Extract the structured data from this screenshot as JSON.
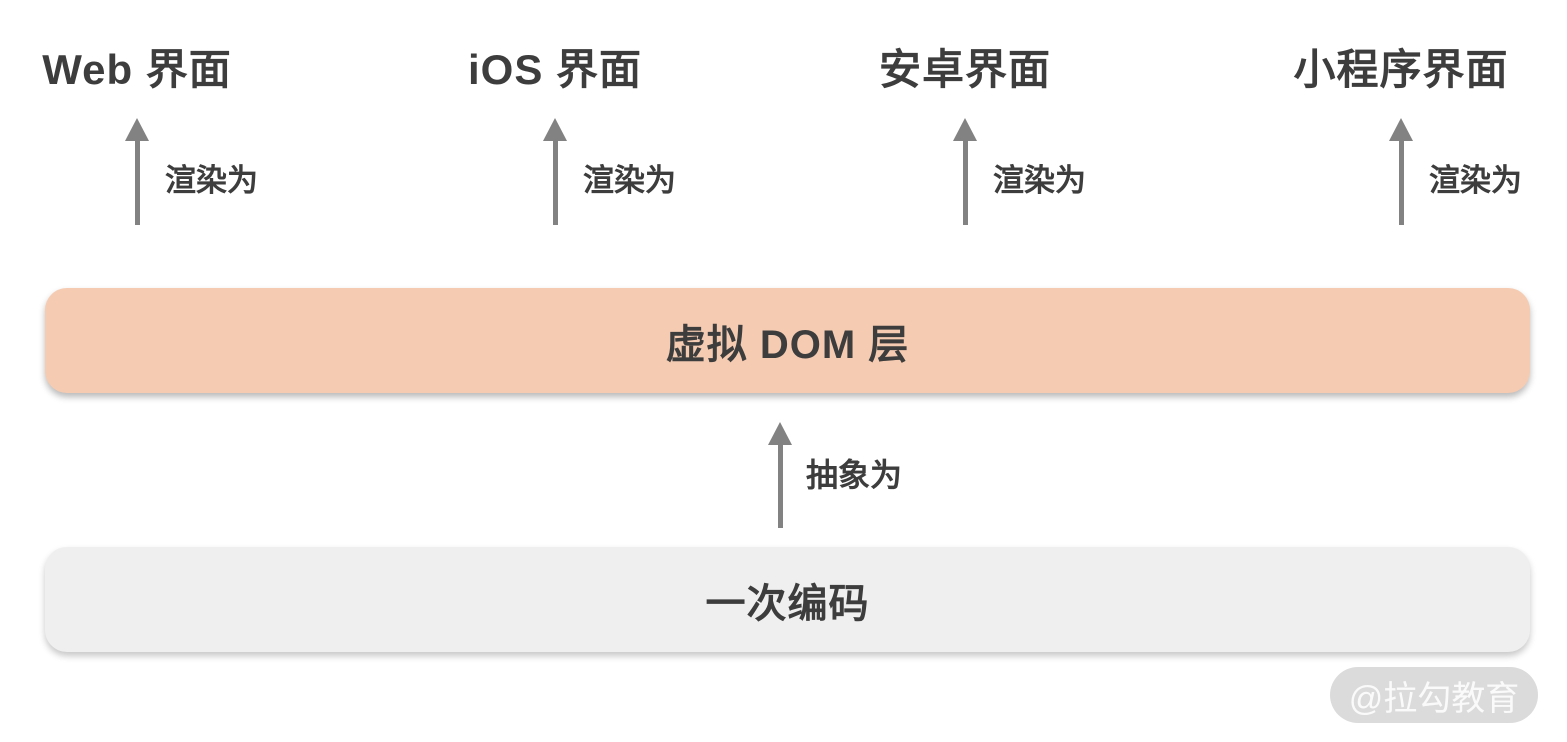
{
  "diagram": {
    "platforms": [
      {
        "label": "Web 界面",
        "arrow_label": "渲染为"
      },
      {
        "label": "iOS 界面",
        "arrow_label": "渲染为"
      },
      {
        "label": "安卓界面",
        "arrow_label": "渲染为"
      },
      {
        "label": "小程序界面",
        "arrow_label": "渲染为"
      }
    ],
    "vdom_layer": {
      "label": "虚拟 DOM 层"
    },
    "abstraction": {
      "label": "抽象为"
    },
    "source_layer": {
      "label": "一次编码"
    },
    "watermark": {
      "label": "@拉勾教育"
    },
    "colors": {
      "text": "#3d3d3d",
      "arrow": "#828282",
      "vdom_bg": "#f5cbb2",
      "code_bg": "#efefef",
      "watermark_bg": "#dbdbdb",
      "watermark_text": "#fafafa"
    }
  }
}
